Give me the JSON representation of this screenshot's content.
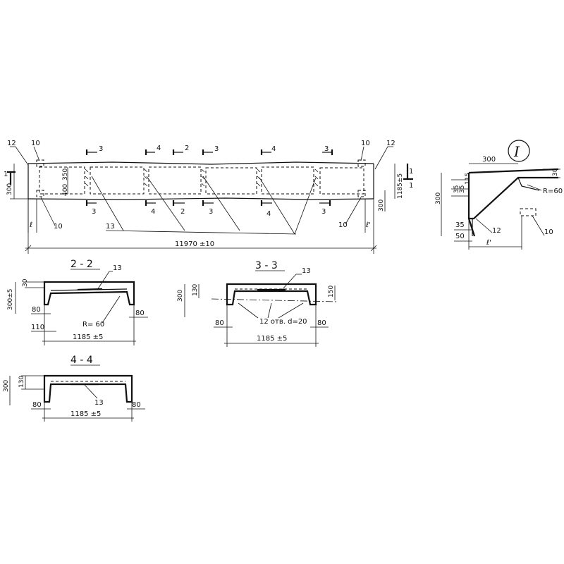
{
  "plan": {
    "positions": {
      "p10": "10",
      "p12": "12",
      "p13": "13"
    },
    "total_length": "11970 ±10",
    "dim_left_h": "300",
    "dim_400": "400",
    "dim_350": "350",
    "dim_width": "1185±5",
    "dim_300_right": "300",
    "l_left": "ℓ",
    "l_right": "ℓ'",
    "cut1": "1",
    "cut2": "2",
    "cut3": "3",
    "cut4": "4"
  },
  "node1": {
    "roman": "I",
    "w300": "300",
    "v300": "300",
    "d35a": "35",
    "d35b": "35",
    "d115": "115",
    "d30": "30",
    "radius": "R=60",
    "d35c": "35",
    "d50": "50",
    "l1": "ℓ'",
    "p12": "12",
    "p10": "10"
  },
  "section_2_2": {
    "title": "2 - 2",
    "p13": "13",
    "d30": "30",
    "h": "300±5",
    "d80l": "80",
    "d80r": "80",
    "d110": "110",
    "radius": "R= 60",
    "width": "1185 ±5"
  },
  "section_3_3": {
    "title": "3 - 3",
    "p13": "13",
    "h": "300",
    "d130": "130",
    "d150": "150",
    "d80l": "80",
    "d80r": "80",
    "holes": "12 отв. d=20",
    "width": "1185 ±5"
  },
  "section_4_4": {
    "title": "4 - 4",
    "h": "300",
    "d130": "130",
    "d80l": "80",
    "d80r": "80",
    "p13": "13",
    "width": "1185 ±5"
  }
}
